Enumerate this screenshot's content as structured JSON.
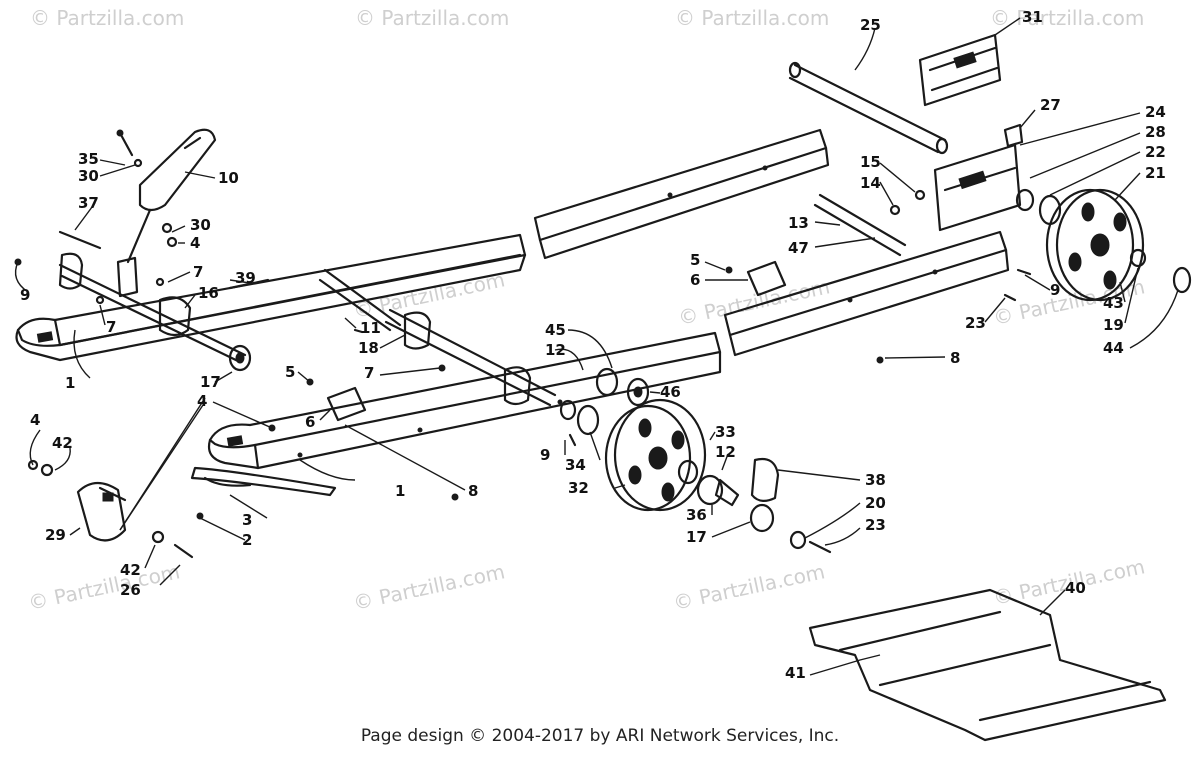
{
  "watermark": "© Partzilla.com",
  "footer": "Page design © 2004-2017 by ARI Network Services, Inc.",
  "callouts": [
    "1",
    "1",
    "2",
    "3",
    "4",
    "4",
    "4",
    "5",
    "5",
    "6",
    "6",
    "7",
    "7",
    "7",
    "8",
    "8",
    "9",
    "9",
    "9",
    "10",
    "11",
    "12",
    "12",
    "13",
    "14",
    "15",
    "16",
    "17",
    "17",
    "18",
    "19",
    "20",
    "21",
    "22",
    "23",
    "23",
    "24",
    "25",
    "26",
    "27",
    "28",
    "29",
    "30",
    "30",
    "31",
    "32",
    "33",
    "34",
    "35",
    "36",
    "37",
    "38",
    "39",
    "40",
    "41",
    "42",
    "42",
    "43",
    "44",
    "45",
    "46",
    "47"
  ],
  "colors": {
    "ink": "#1a1a1a",
    "watermark": "#cfcfcf",
    "background": "#ffffff"
  }
}
